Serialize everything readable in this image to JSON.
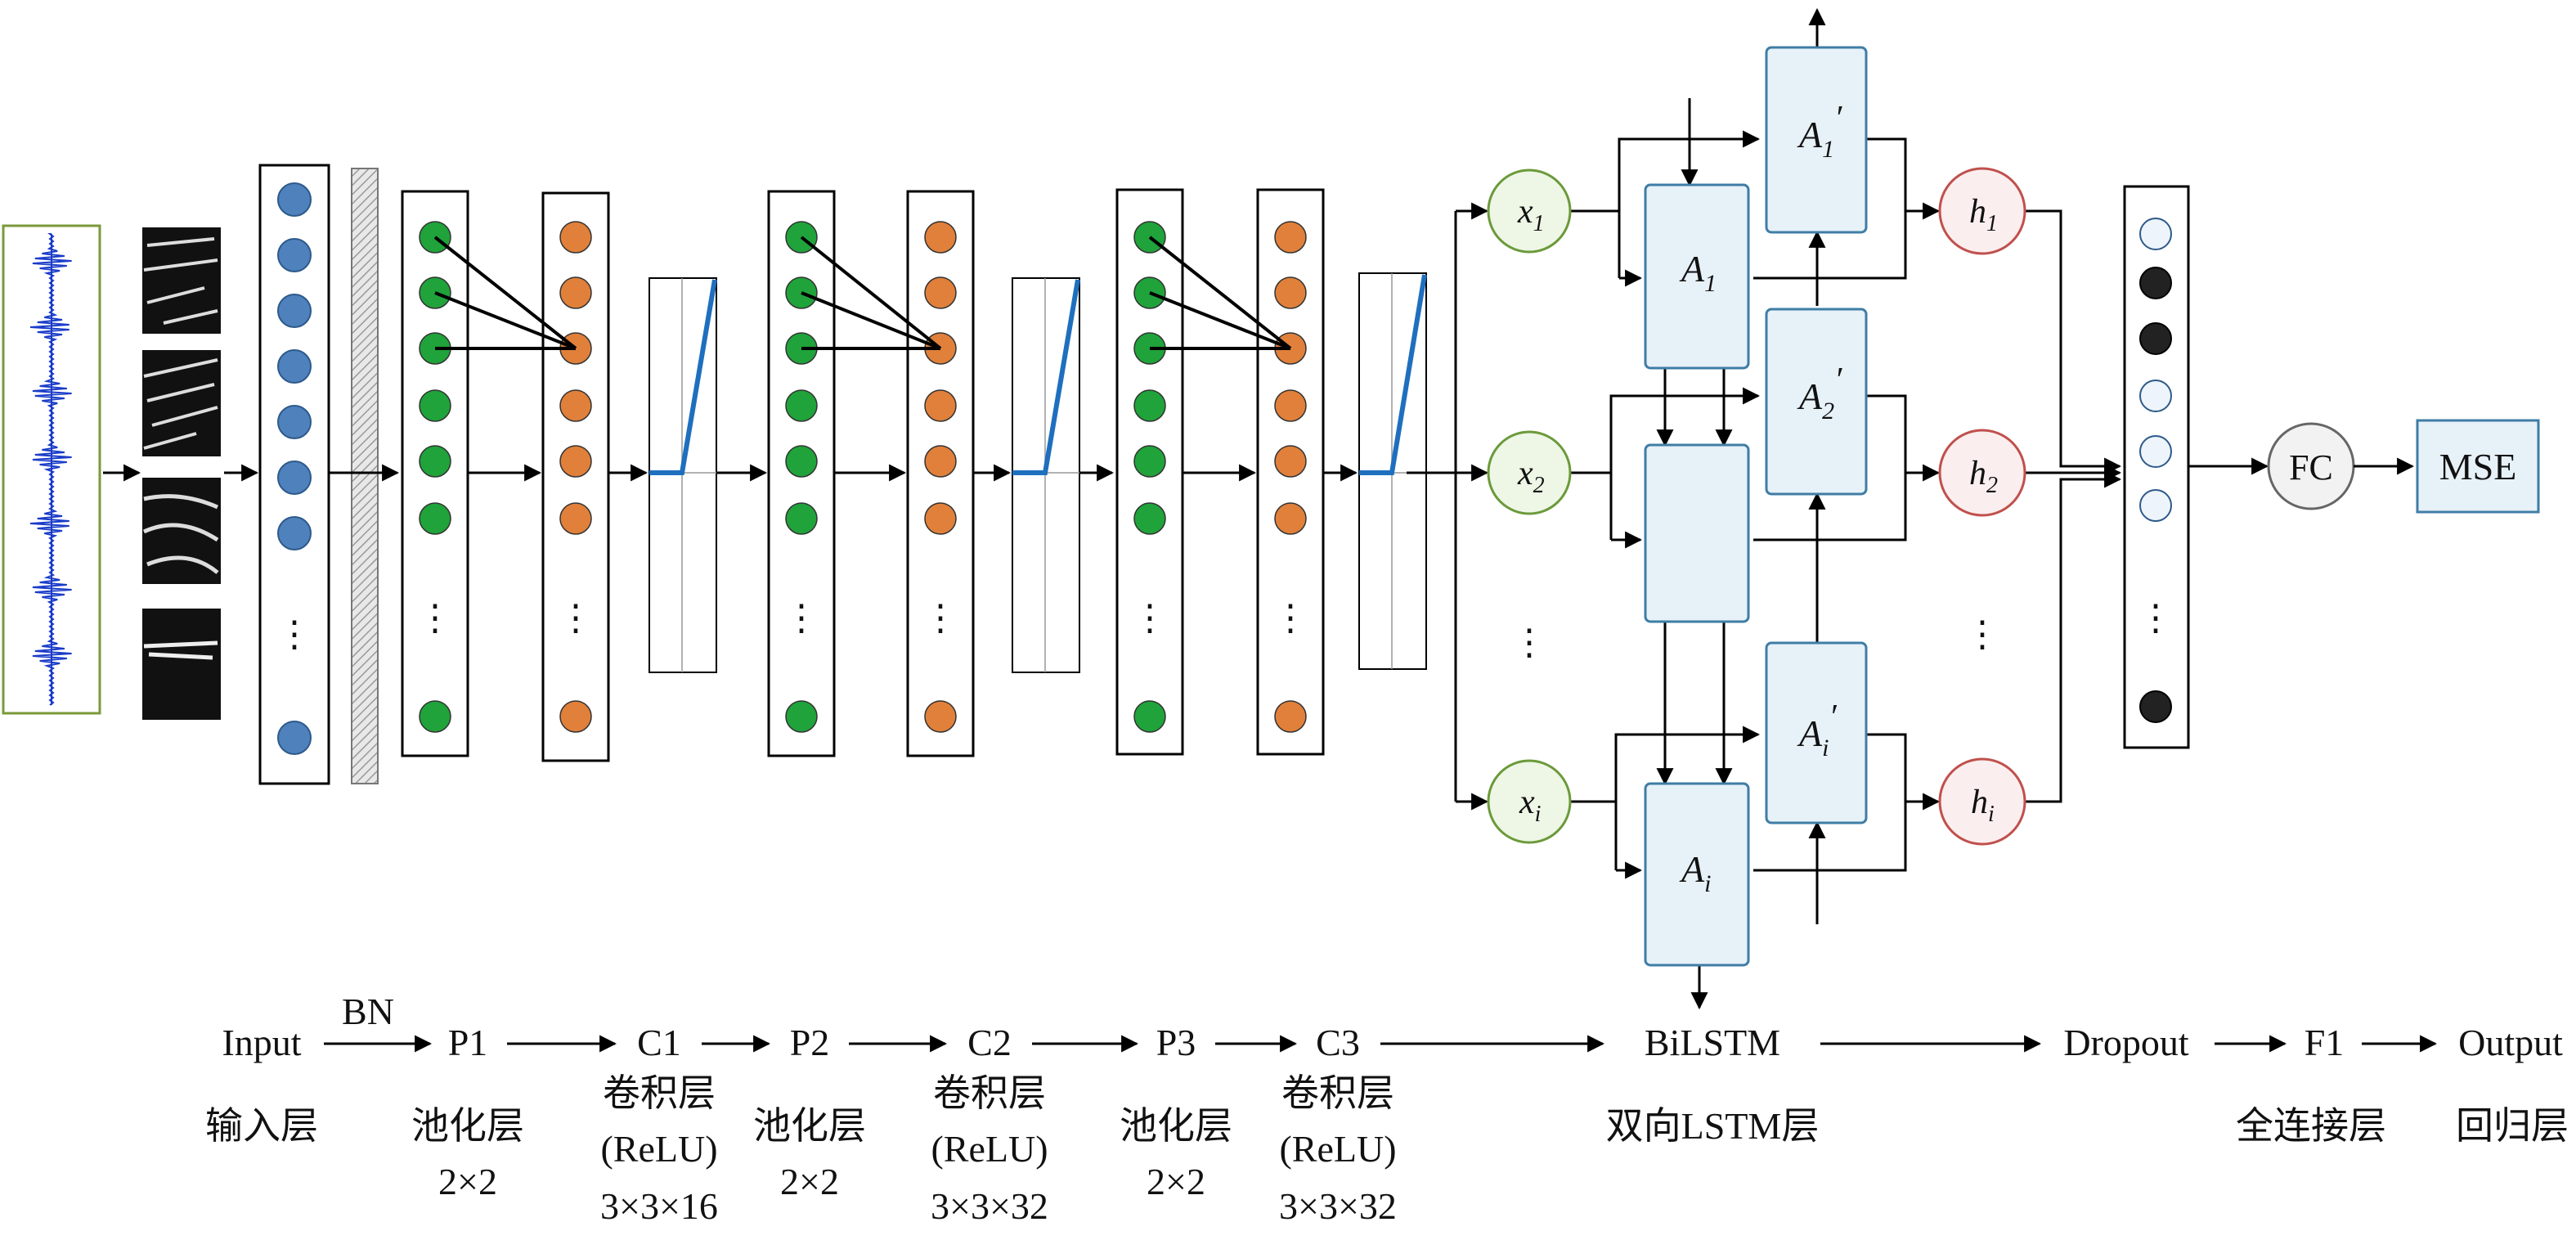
{
  "pipeline": {
    "stages": [
      {
        "name": "Input",
        "cn": "输入层",
        "params": []
      },
      {
        "name": "P1",
        "cn": "池化层",
        "params": [
          "2×2"
        ]
      },
      {
        "name": "C1",
        "cn": "卷积层",
        "params": [
          "(ReLU)",
          "3×3×16"
        ]
      },
      {
        "name": "P2",
        "cn": "池化层",
        "params": [
          "2×2"
        ]
      },
      {
        "name": "C2",
        "cn": "卷积层",
        "params": [
          "(ReLU)",
          "3×3×32"
        ]
      },
      {
        "name": "P3",
        "cn": "池化层",
        "params": [
          "2×2"
        ]
      },
      {
        "name": "C3",
        "cn": "卷积层",
        "params": [
          "(ReLU)",
          "3×3×32"
        ]
      },
      {
        "name": "BiLSTM",
        "cn": "双向LSTM层",
        "params": []
      },
      {
        "name": "Dropout",
        "cn": "",
        "params": []
      },
      {
        "name": "F1",
        "cn": "全连接层",
        "params": []
      },
      {
        "name": "Output",
        "cn": "回归层",
        "params": []
      }
    ],
    "bn_label": "BN"
  },
  "network": {
    "inputs": [
      "x1",
      "x2",
      "xi"
    ],
    "hidden": [
      "h1",
      "h2",
      "hi"
    ],
    "forward_cells": [
      "A1",
      "Ai"
    ],
    "backward_cells": [
      "A1′",
      "A2′",
      "Ai′"
    ],
    "fc_label": "FC",
    "loss_label": "MSE",
    "ellipsis": "⋮"
  },
  "colors": {
    "input_neuron": "#4f81bd",
    "conv_neuron": "#1fa33a",
    "pool_neuron": "#e0803a",
    "relu_line": "#1f6fbf",
    "cell_fill": "#e7f1f8",
    "cell_stroke": "#3f7da6",
    "x_node_stroke": "#6b9a3a",
    "h_node_stroke": "#c0504d",
    "signal_frame": "#7a9a3a",
    "signal": "#1a3cc8"
  }
}
